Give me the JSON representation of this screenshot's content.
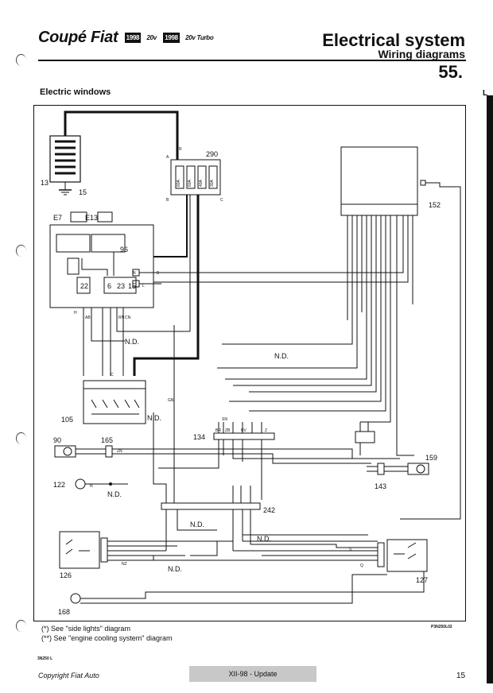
{
  "header": {
    "brand": "Coupé Fiat",
    "badge_year": "1998",
    "variant_1": "20v",
    "variant_2": "20v Turbo",
    "section_title": "Electrical system",
    "section_subtitle": "Wiring diagrams",
    "page_code": "55."
  },
  "subtitle": "Electric windows",
  "diagram": {
    "components": [
      "13",
      "15",
      "290",
      "152",
      "E7",
      "E13",
      "96",
      "105",
      "134",
      "90",
      "165",
      "159",
      "143",
      "122",
      "242",
      "126",
      "127",
      "168"
    ],
    "fuses": [
      "60A",
      "60A",
      "40A",
      "30A"
    ],
    "connectors": [
      "A",
      "B",
      "C",
      "N",
      "H"
    ],
    "relay_numbers": [
      "22",
      "6",
      "23",
      "15"
    ],
    "wire_labels": [
      "R",
      "B",
      "L",
      "N",
      "AB",
      "C",
      "GN",
      "RN",
      "CN",
      "SN",
      "BR",
      "ZB",
      "BV",
      "Z",
      "S",
      "NZ",
      "Q",
      "ZN"
    ],
    "nd_label": "N.D."
  },
  "notes": {
    "note_1": "(*) See \"side lights\" diagram",
    "note_2": "(**) See \"engine cooling system\" diagram"
  },
  "codes": {
    "drawing_code": "P3N250L02",
    "margin_code": "3N250 L"
  },
  "footer": {
    "copyright": "Copyright Fiat Auto",
    "update": "XII-98 - Update",
    "page": "15"
  }
}
